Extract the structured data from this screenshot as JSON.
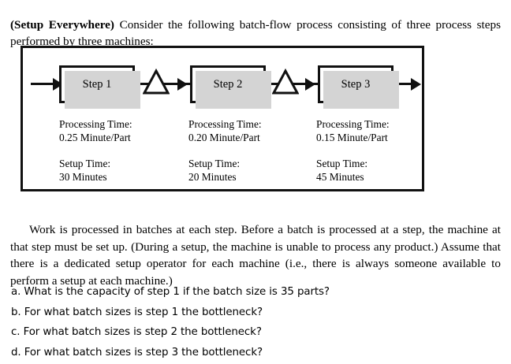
{
  "intro": {
    "bold_prefix": "(Setup Everywhere)",
    "text": " Consider the following batch-flow process consisting of three process steps performed by three machines:"
  },
  "diagram": {
    "steps": [
      {
        "label": "Step 1",
        "processing_label": "Processing Time:",
        "processing_value": "0.25 Minute/Part",
        "setup_label": "Setup Time:",
        "setup_value": "30 Minutes"
      },
      {
        "label": "Step 2",
        "processing_label": "Processing Time:",
        "processing_value": "0.20 Minute/Part",
        "setup_label": "Setup Time:",
        "setup_value": "20 Minutes"
      },
      {
        "label": "Step 3",
        "processing_label": "Processing Time:",
        "processing_value": "0.15 Minute/Part",
        "setup_label": "Setup Time:",
        "setup_value": "45 Minutes"
      }
    ],
    "colors": {
      "stroke": "#111111",
      "shadow": "#d4d4d4",
      "fill": "#ffffff"
    }
  },
  "body_paragraph": "Work is processed in batches at each step. Before a batch is processed at a step, the machine at that step must be set up. (During a setup, the machine is unable to process any product.) Assume that there is a dedicated setup operator for each machine (i.e., there is always someone available to perform a setup at each machine.)",
  "questions": [
    "a. What is the capacity of step 1 if the batch size is 35 parts?",
    "b. For what batch sizes is step 1 the bottleneck?",
    "c. For what batch sizes is step 2 the bottleneck?",
    "d. For what batch sizes is step 3 the bottleneck?"
  ]
}
